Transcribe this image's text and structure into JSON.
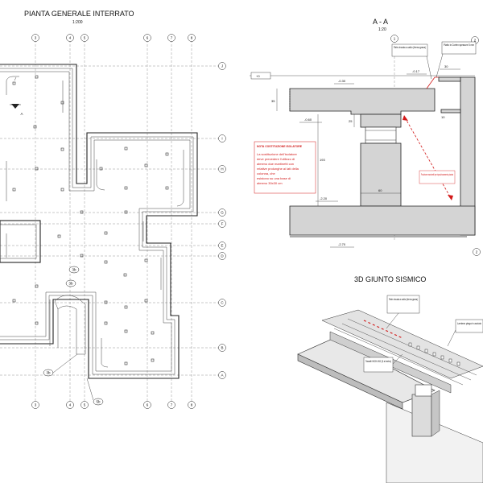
{
  "plan": {
    "title": "PIANTA GENERALE INTERRATO",
    "scale": "1:200",
    "axis_top": [
      "3",
      "4",
      "5",
      "6",
      "7",
      "8"
    ],
    "axis_right": [
      "J",
      "I",
      "H",
      "G",
      "F",
      "E",
      "D",
      "C",
      "B",
      "A"
    ],
    "axis_bottom": [
      "3",
      "4",
      "5",
      "6",
      "7",
      "8"
    ],
    "section_marker": "A",
    "callouts": [
      "3b",
      "3b",
      "5b",
      "3b"
    ]
  },
  "section": {
    "title": "A - A",
    "scale": "1:20",
    "axis_labels": [
      "1",
      "2",
      "2"
    ],
    "levels": [
      "+0",
      "-0.30",
      "-0.17",
      "-0.60",
      "-2.20",
      "-2.70"
    ],
    "labels": {
      "zinc_net": "Rete zincata a caldo (ferma grana)",
      "corten_plate": "Piatto in Corten spessore 5 mm",
      "placement": "Posizione marcinetti per riposizionamento piastra",
      "dim_60": "60",
      "dim_30": "30",
      "dim_35": "35",
      "dim_25": "25",
      "dim_10": "10",
      "dim_193": "193"
    },
    "note": {
      "title": "NOTA COSTITUZIONE ISOLATORE",
      "lines": [
        "La sostituzione dell'isolatore",
        "deve prevedere l'utilizzo di",
        "almeno due martinetti con",
        "relative prolunghe ai lati della",
        "colonna, che",
        "esistono su una base di",
        "almeno 30x30 cm"
      ]
    }
  },
  "joint": {
    "title": "3D GIUNTO SISMICO",
    "labels": {
      "net": "Rete zincata a caldo (ferma grana)",
      "sheet": "Lamiera piega in acciaio",
      "dowels": "Tasselli INOX M12 (3 al metro)"
    }
  },
  "colors": {
    "accent_red": "#d21919",
    "concrete": "#d4d4d4",
    "line": "#222222"
  }
}
